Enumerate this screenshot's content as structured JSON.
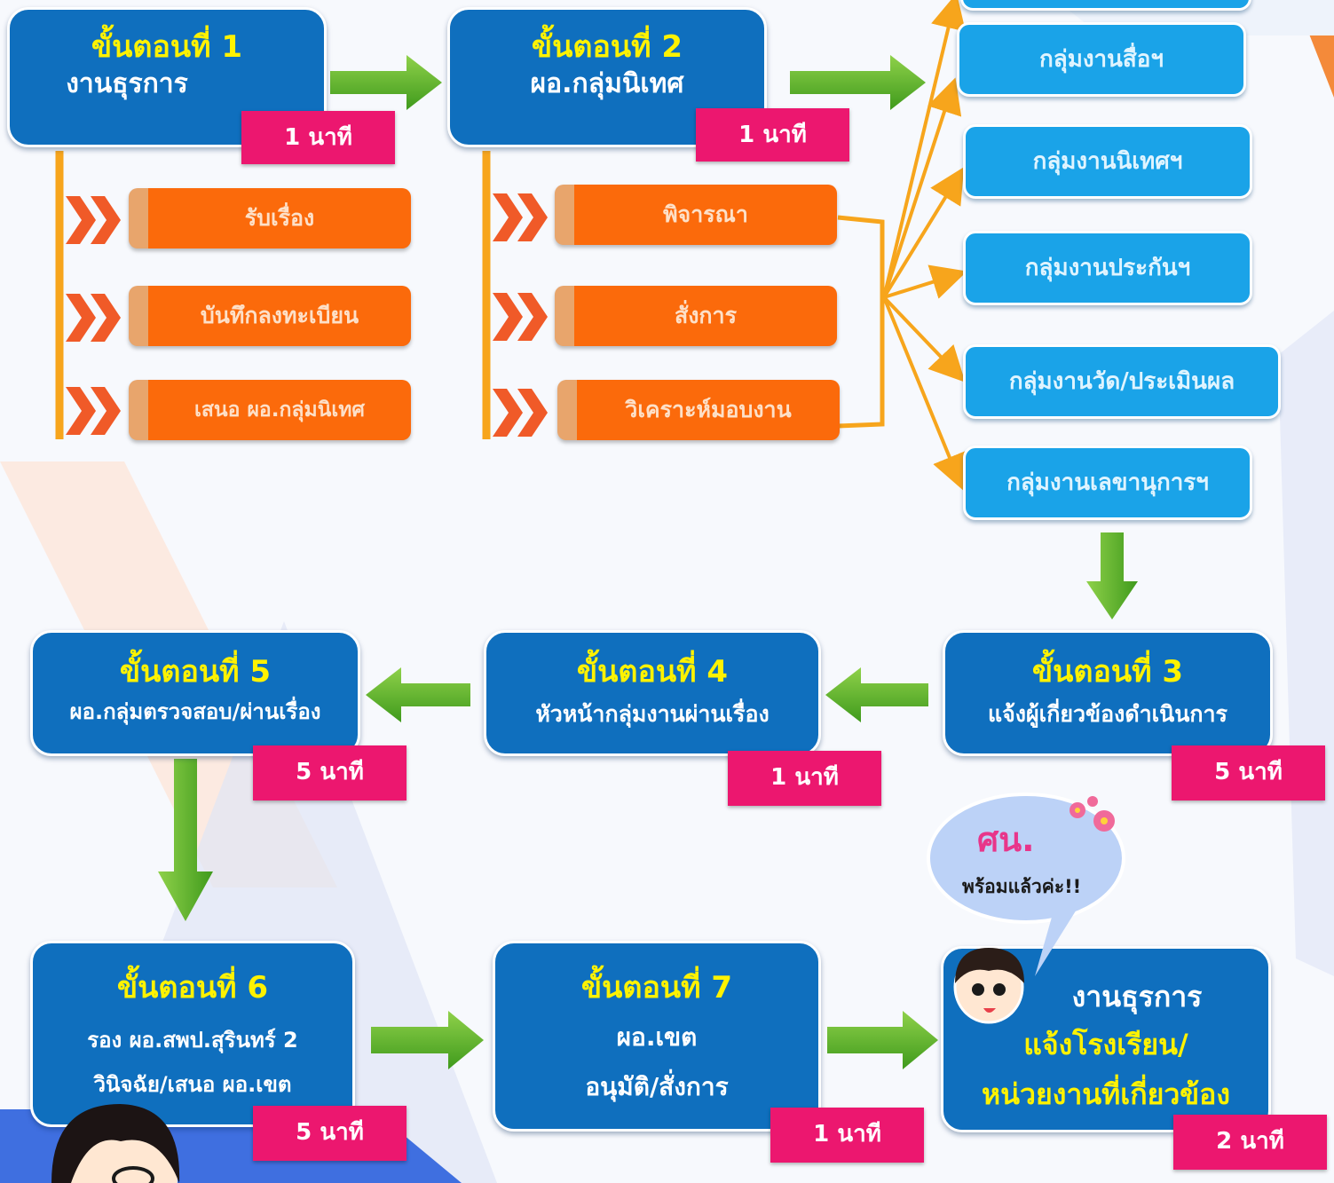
{
  "steps": {
    "s1": {
      "title": "ขั้นตอนที่ 1",
      "sub": "งานธุรการ",
      "time": "1 นาที"
    },
    "s2": {
      "title": "ขั้นตอนที่ 2",
      "sub": "ผอ.กลุ่มนิเทศ",
      "time": "1 นาที"
    },
    "s3": {
      "title": "ขั้นตอนที่ 3",
      "sub": "แจ้งผู้เกี่ยวข้องดำเนินการ",
      "time": "5 นาที"
    },
    "s4": {
      "title": "ขั้นตอนที่ 4",
      "sub": "หัวหน้ากลุ่มงานผ่านเรื่อง",
      "time": "1 นาที"
    },
    "s5": {
      "title": "ขั้นตอนที่ 5",
      "sub": "ผอ.กลุ่มตรวจสอบ/ผ่านเรื่อง",
      "time": "5 นาที"
    },
    "s6": {
      "title": "ขั้นตอนที่ 6",
      "sub1": "รอง ผอ.สพป.สุรินทร์ 2",
      "sub2": "วินิจฉัย/เสนอ ผอ.เขต",
      "time": "5 นาที"
    },
    "s7": {
      "title": "ขั้นตอนที่ 7",
      "sub1": "ผอ.เขต",
      "sub2": "อนุมัติ/สั่งการ",
      "time": "1 นาที"
    },
    "s8": {
      "line1": "งานธุรการ",
      "line2": "แจ้งโรงเรียน/",
      "line3": "หน่วยงานที่เกี่ยวข้อง",
      "time": "2 นาที"
    }
  },
  "step1_tasks": [
    "รับเรื่อง",
    "บันทึกลงทะเบียน",
    "เสนอ ผอ.กลุ่มนิเทศ"
  ],
  "step2_tasks": [
    "พิจารณา",
    "สั่งการ",
    "วิเคราะห์มอบงาน"
  ],
  "groups": [
    "กลุ่มงานสื่อฯ",
    "กลุ่มงานนิเทศฯ",
    "กลุ่มงานประกันฯ",
    "กลุ่มงานวัด/ประเมินผล",
    "กลุ่มงานเลขานุการฯ"
  ],
  "bubble": {
    "logo": "ศน.",
    "text": "พร้อมแล้วค่ะ!!"
  },
  "colors": {
    "step_blue": "#0f6fbe",
    "title_yellow": "#fff200",
    "time_pink": "#ec176f",
    "task_orange": "#fb6a0b",
    "group_blue": "#1aa3e8",
    "arrow_green": "#5fb82a",
    "line_orange": "#f7a51c"
  }
}
